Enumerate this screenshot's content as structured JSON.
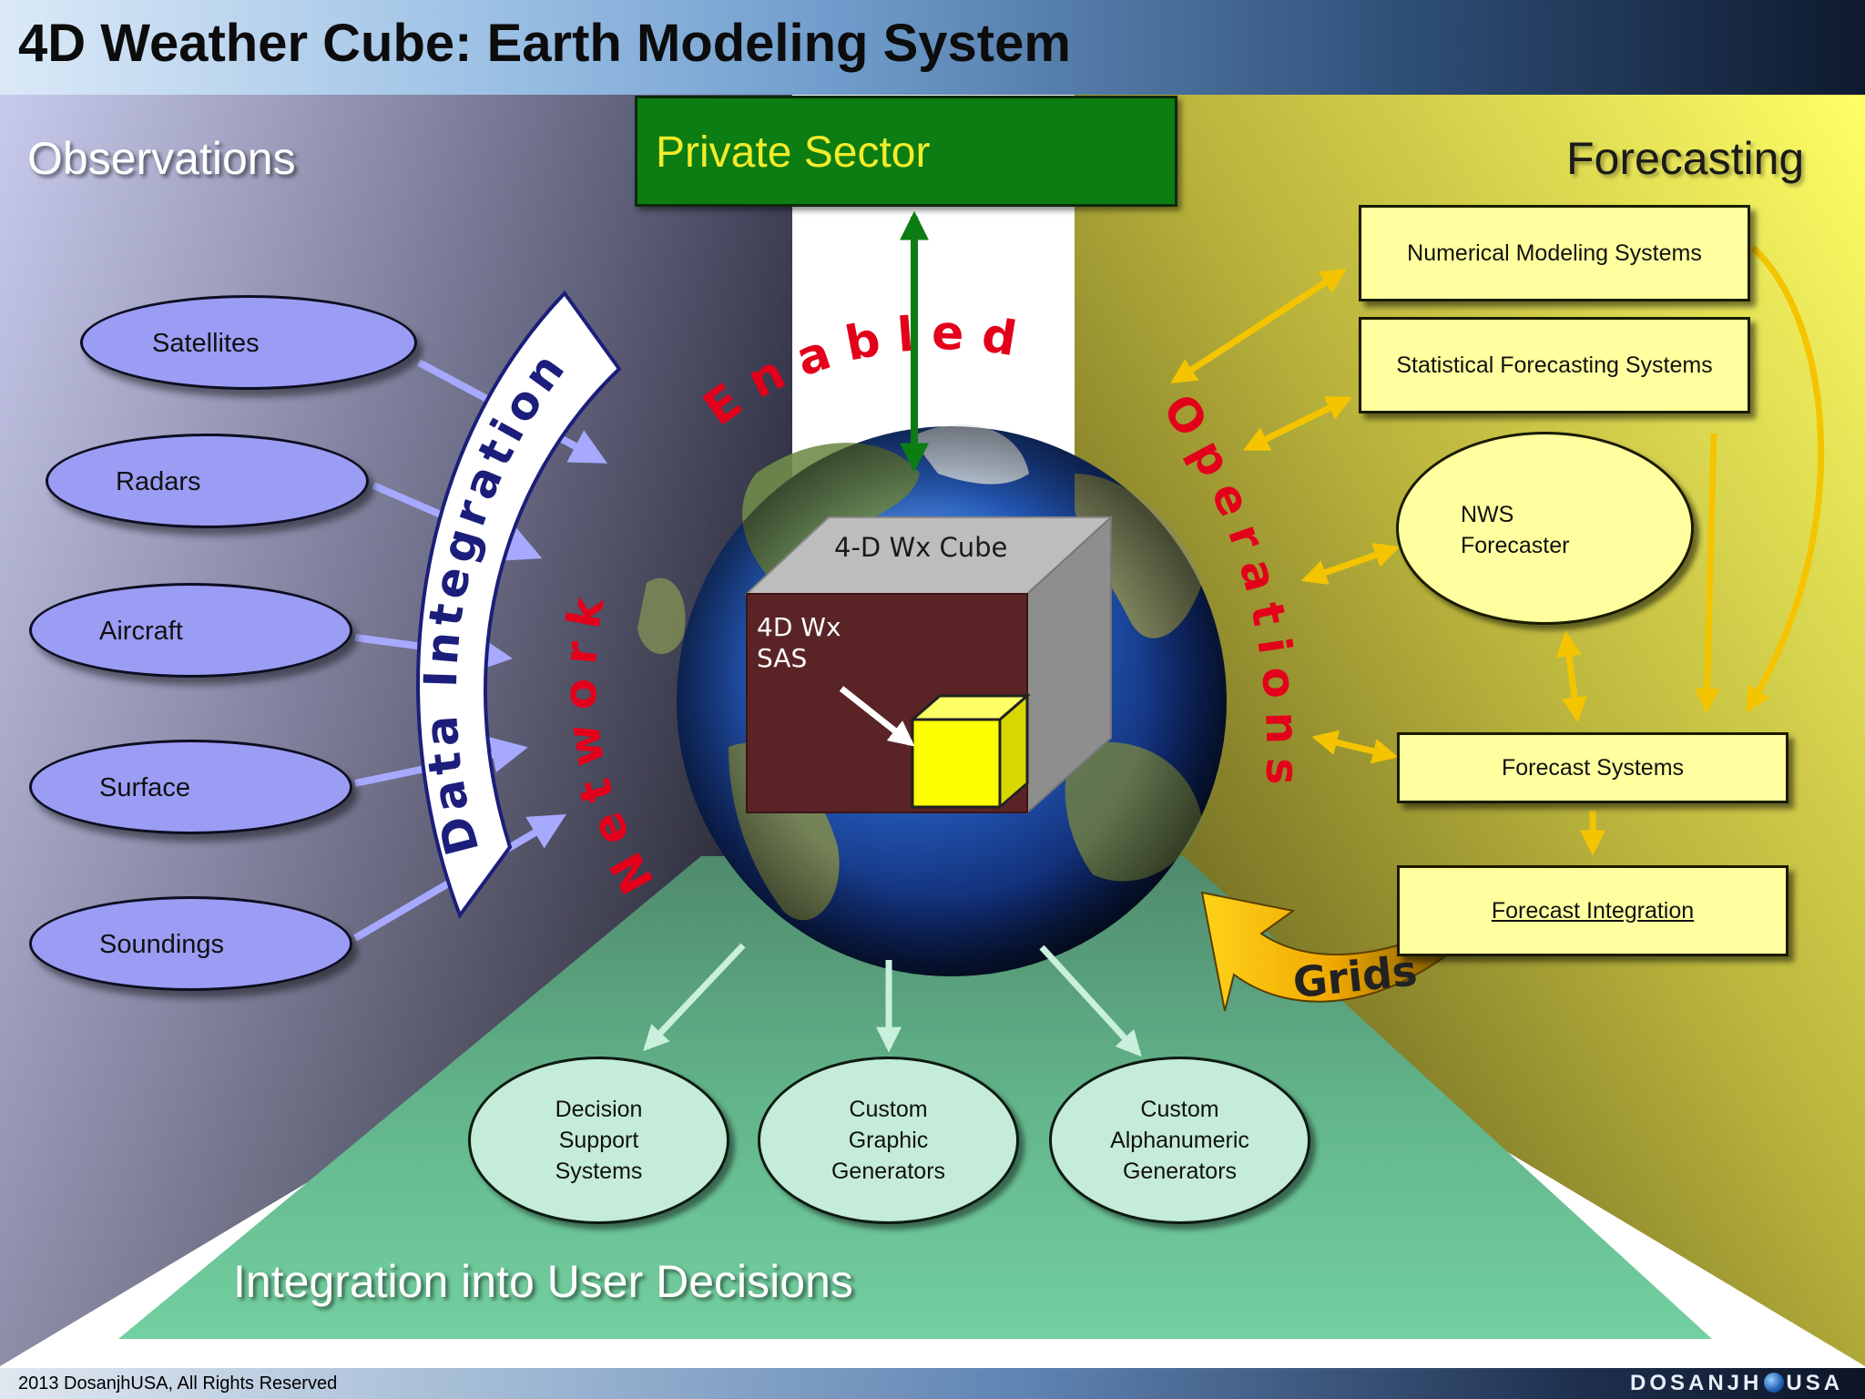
{
  "header": {
    "title": "4D Weather Cube:  Earth Modeling System"
  },
  "observations": {
    "label": "Observations",
    "items": [
      {
        "label": "Satellites",
        "icon": ""
      },
      {
        "label": "Radars"
      },
      {
        "label": "Aircraft"
      },
      {
        "label": "Surface"
      },
      {
        "label": "Soundings"
      }
    ],
    "banner": "Data  Integration"
  },
  "private_sector": {
    "label": "Private Sector"
  },
  "center": {
    "enabled_text": "Enabled",
    "network_text": "Network",
    "operations_text": "Operations",
    "cube_title": "4-D Wx Cube",
    "sas_line1": "4D Wx",
    "sas_line2": "SAS"
  },
  "forecasting": {
    "label": "Forecasting",
    "numerical": "Numerical Modeling Systems",
    "statistical": "Statistical Forecasting Systems",
    "nws_line1": "NWS",
    "nws_line2": "Forecaster",
    "forecast_systems": "Forecast Systems",
    "forecast_integration": "Forecast Integration",
    "grids": "Grids"
  },
  "user_decisions": {
    "label": "Integration into User Decisions",
    "items": [
      {
        "lines": [
          "Decision",
          "Support",
          "Systems"
        ]
      },
      {
        "lines": [
          "Custom",
          "Graphic",
          "Generators"
        ]
      },
      {
        "lines": [
          "Custom",
          "Alphanumeric",
          "Generators"
        ]
      }
    ]
  },
  "footer": {
    "copyright": "2013 DosanjhUSA, All Rights Reserved",
    "brand_left": "DOSANJH",
    "brand_right": "USA"
  },
  "colors": {
    "green_box": "#0b7d12",
    "observation_ellipse": "#9b9df4",
    "forecast_box": "#ffff9f",
    "user_ellipse": "#c4ecd8",
    "arc_text_red": "#e3001b",
    "forecast_arrows": "#f0c000"
  }
}
